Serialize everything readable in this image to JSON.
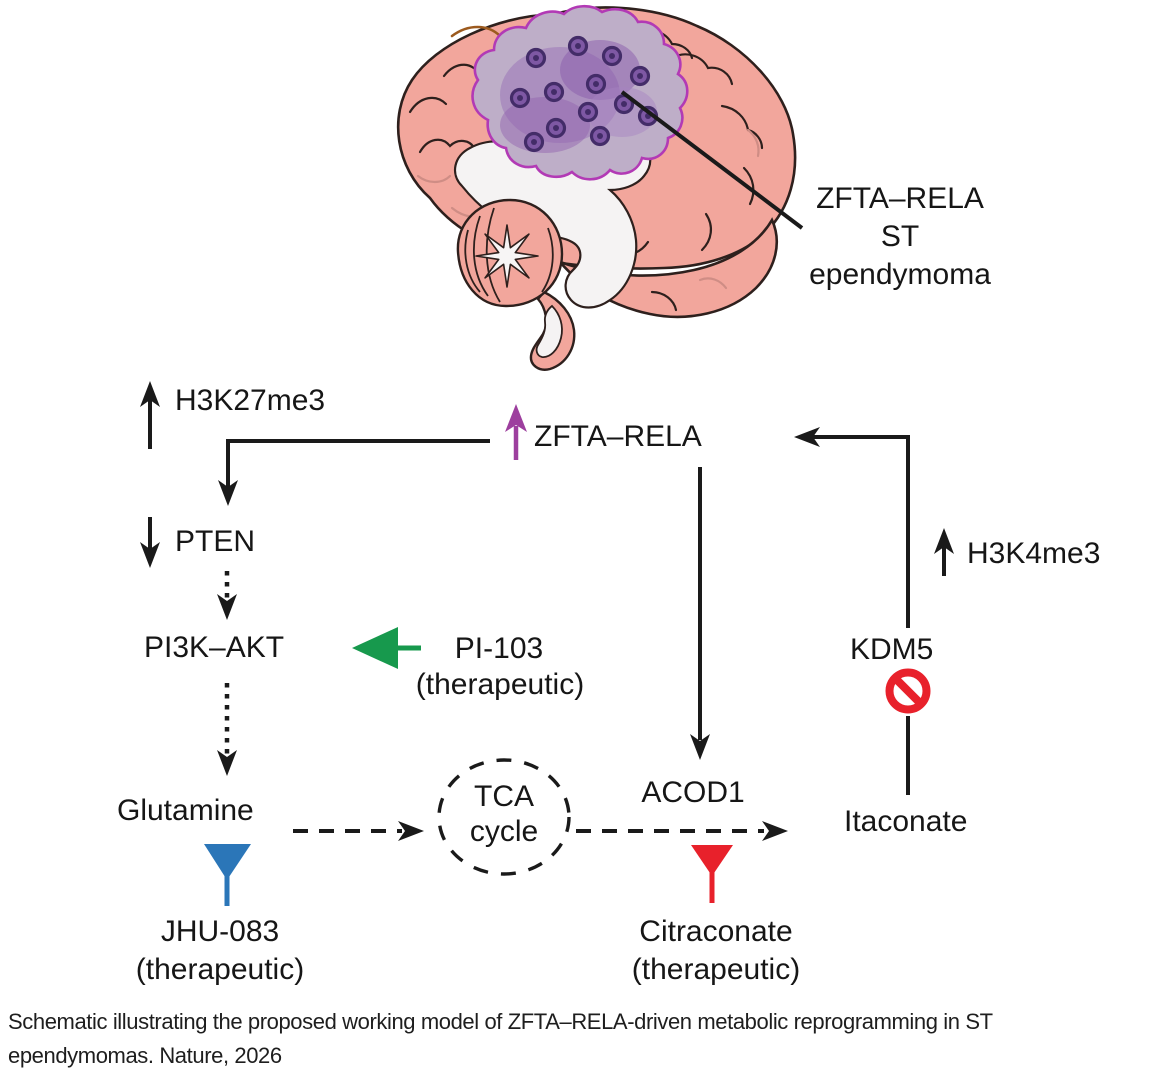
{
  "brain_figure": {
    "callout": {
      "line1": "ZFTA–RELA",
      "line2": "ST",
      "line3": "ependymoma"
    }
  },
  "pathway": {
    "h3k27me3": {
      "label": "H3K27me3",
      "direction": "up"
    },
    "zfta_rela": {
      "label": "ZFTA–RELA",
      "direction": "up"
    },
    "pten": {
      "label": "PTEN",
      "direction": "down"
    },
    "pi3k_akt": {
      "label": "PI3K–AKT"
    },
    "pi103": {
      "label": "PI-103",
      "sublabel": "(therapeutic)"
    },
    "glutamine": {
      "label": "Glutamine"
    },
    "jhu083": {
      "label": "JHU-083",
      "sublabel": "(therapeutic)"
    },
    "tca_cycle": {
      "line1": "TCA",
      "line2": "cycle"
    },
    "acod1": {
      "label": "ACOD1"
    },
    "citraconate": {
      "label": "Citraconate",
      "sublabel": "(therapeutic)"
    },
    "itaconate": {
      "label": "Itaconate"
    },
    "kdm5": {
      "label": "KDM5"
    },
    "h3k4me3": {
      "label": "H3K4me3",
      "direction": "up"
    }
  },
  "caption": {
    "line1": " Schematic illustrating the proposed working model of ZFTA–RELA-driven metabolic reprogramming in ST",
    "line2": "ependymomas. Nature, 2026"
  },
  "colors": {
    "line_black": "#1a1a1a",
    "upregulated_purple": "#9d3f9e",
    "inhibitor_green": "#17994d",
    "inhibitor_blue": "#2b76b8",
    "inhibitor_red": "#e8212b",
    "brain_pink": "#f2a69c",
    "tumor_fill": "#beaec8",
    "tumor_outline": "#b23ab5"
  }
}
